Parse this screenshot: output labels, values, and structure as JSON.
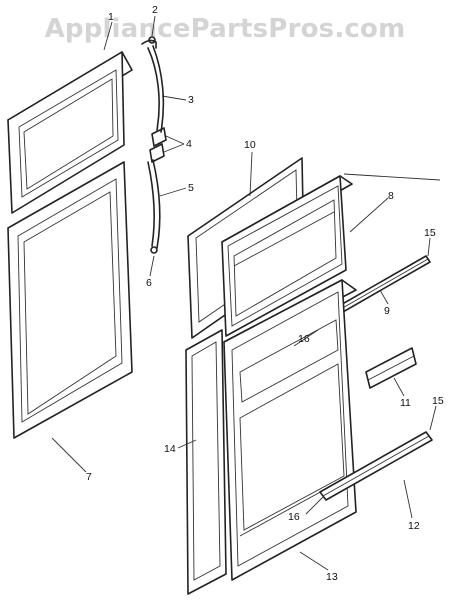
{
  "watermark": "AppliancePartsPros.com",
  "callouts": [
    "1",
    "2",
    "3",
    "4",
    "5",
    "6",
    "7",
    "8",
    "9",
    "10",
    "11",
    "12",
    "13",
    "14",
    "15",
    "15",
    "16",
    "16"
  ]
}
